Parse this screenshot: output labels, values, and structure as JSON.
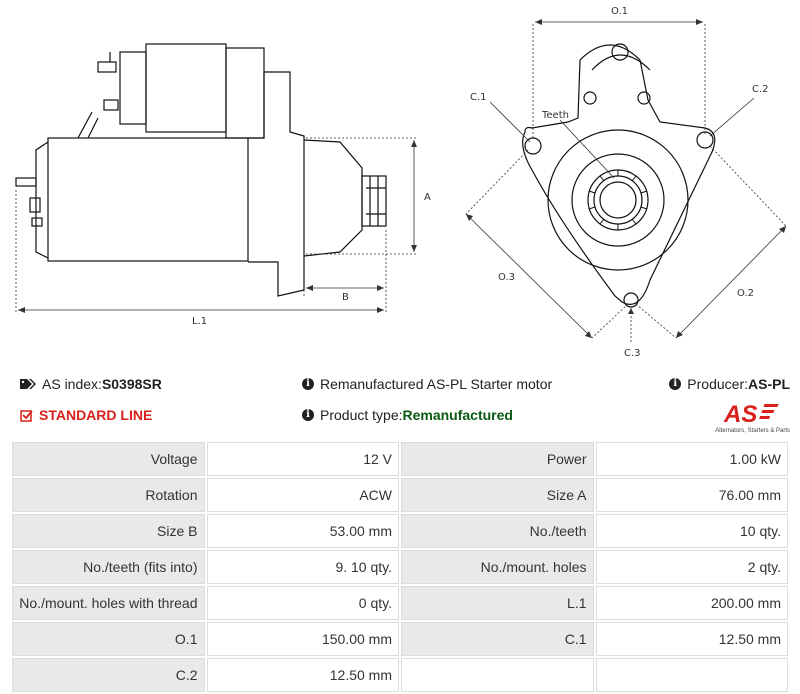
{
  "drawing": {
    "side_labels": {
      "a": "A",
      "b": "B",
      "l1": "L.1"
    },
    "front_labels": {
      "o1": "O.1",
      "c1": "C.1",
      "c2": "C.2",
      "teeth": "Teeth",
      "o3": "O.3",
      "o2": "O.2",
      "c3": "C.3"
    }
  },
  "info": {
    "as_index_label": "AS index: ",
    "as_index_value": "S0398SR",
    "description": "Remanufactured AS-PL Starter motor",
    "producer_label": "Producer: ",
    "producer_value": "AS-PL",
    "line_label": "STANDARD LINE",
    "product_type_label": "Product type: ",
    "product_type_value": "Remanufactured",
    "logo_text": "AS",
    "logo_tagline": "Alternators, Starters & Parts"
  },
  "specs": [
    [
      {
        "k": "Voltage",
        "v": "12 V"
      },
      {
        "k": "Power",
        "v": "1.00 kW"
      }
    ],
    [
      {
        "k": "Rotation",
        "v": "ACW"
      },
      {
        "k": "Size A",
        "v": "76.00 mm"
      }
    ],
    [
      {
        "k": "Size B",
        "v": "53.00 mm"
      },
      {
        "k": "No./teeth",
        "v": "10 qty."
      }
    ],
    [
      {
        "k": "No./teeth (fits into)",
        "v": "9. 10 qty."
      },
      {
        "k": "No./mount. holes",
        "v": "2 qty."
      }
    ],
    [
      {
        "k": "No./mount. holes with thread",
        "v": "0 qty."
      },
      {
        "k": "L.1",
        "v": "200.00 mm"
      }
    ],
    [
      {
        "k": "O.1",
        "v": "150.00 mm"
      },
      {
        "k": "C.1",
        "v": "12.50 mm"
      }
    ],
    [
      {
        "k": "C.2",
        "v": "12.50 mm"
      },
      {
        "k": "",
        "v": ""
      }
    ]
  ],
  "colors": {
    "accent_red": "#d9211c",
    "green": "#0a5a12",
    "key_bg": "#e9e9e9"
  }
}
